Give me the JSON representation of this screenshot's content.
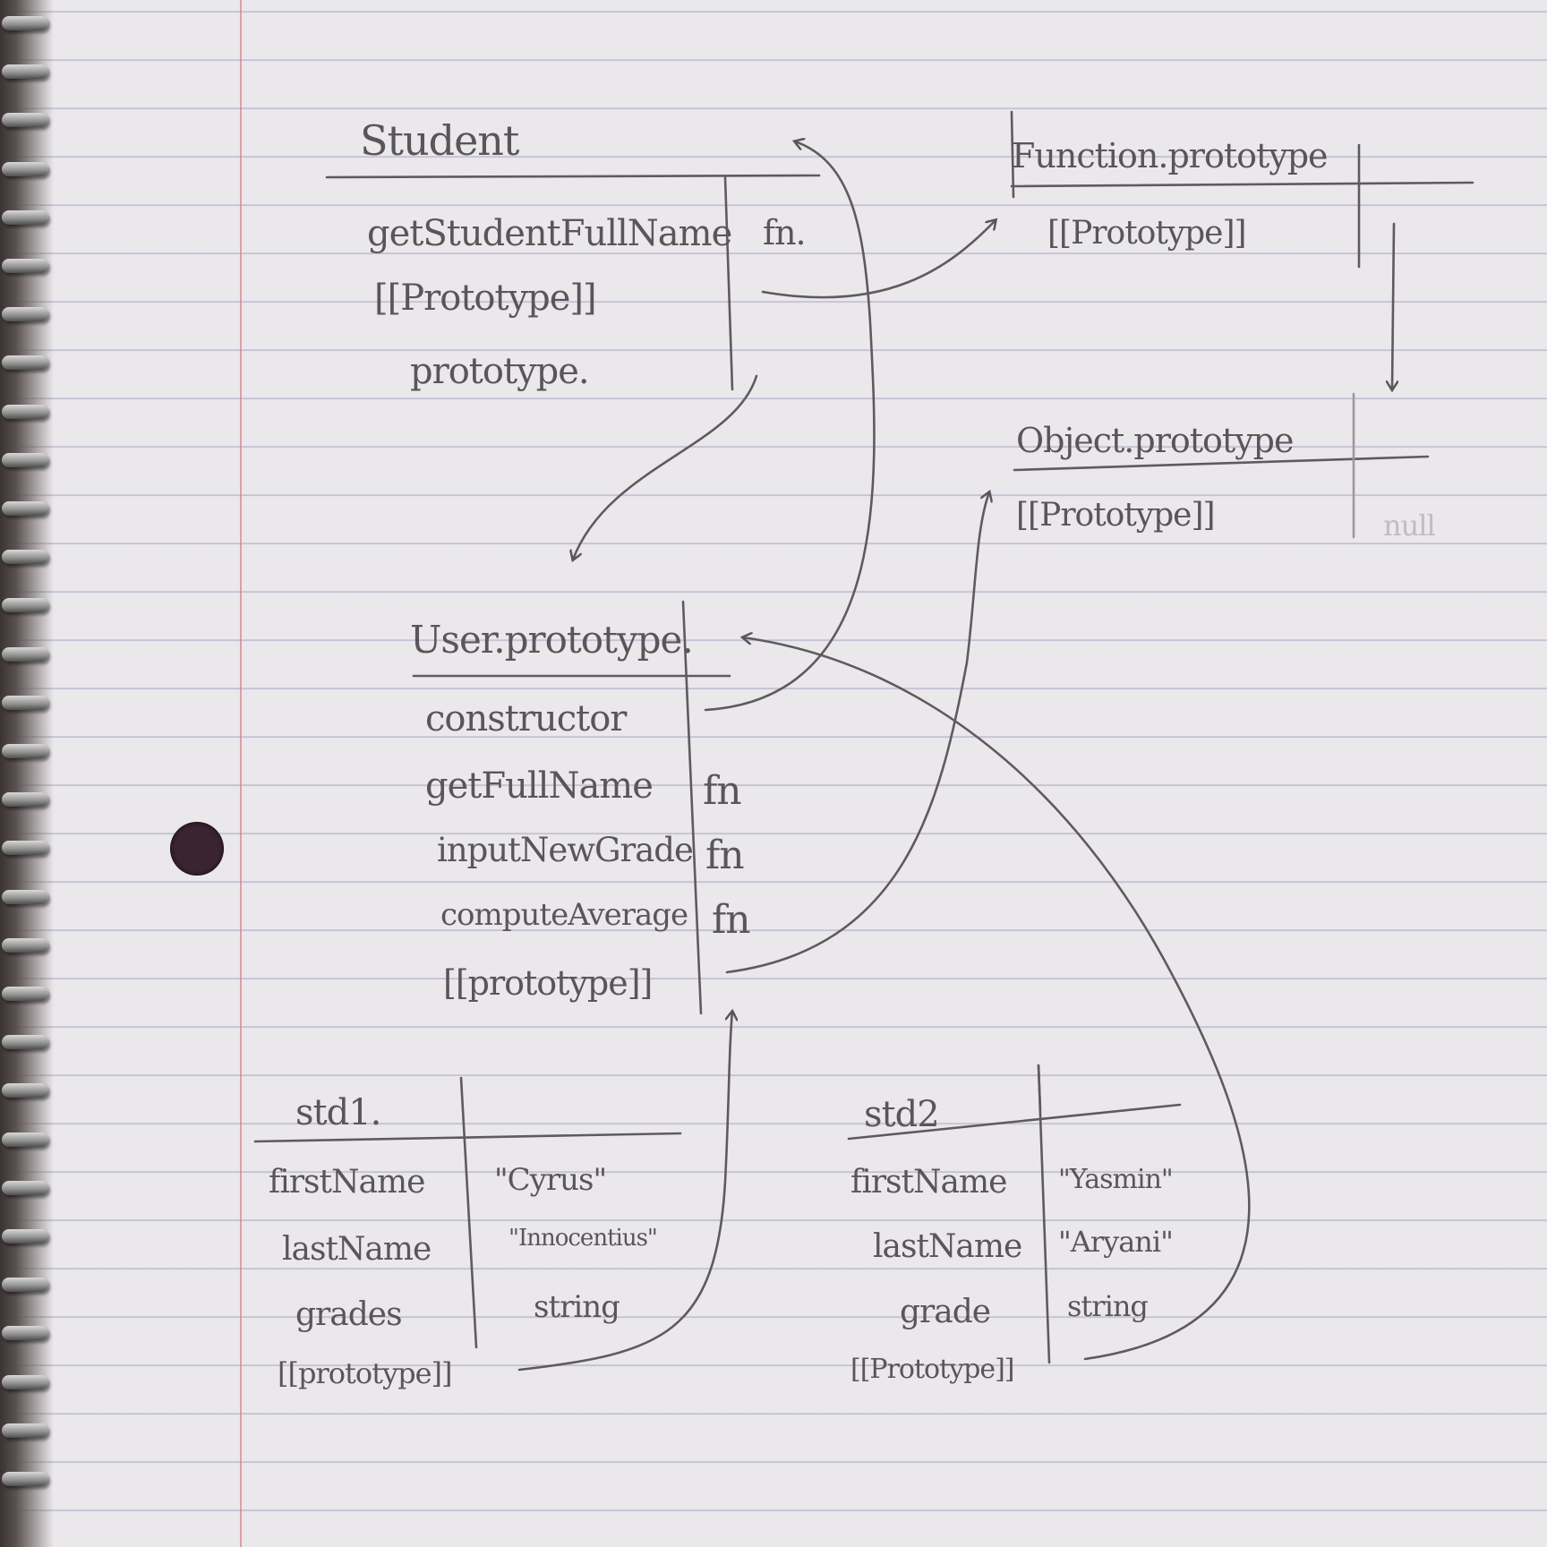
{
  "diagram": {
    "student": {
      "title": "Student",
      "rows": [
        "getStudentFullName",
        "[[Prototype]]",
        "prototype."
      ],
      "value": "fn."
    },
    "function_prototype": {
      "title": "Function.prototype",
      "rows": [
        "[[Prototype]]"
      ]
    },
    "object_prototype": {
      "title": "Object.prototype",
      "rows": [
        "[[Prototype]]"
      ],
      "value": "null"
    },
    "user_prototype": {
      "title": "User.prototype.",
      "rows": [
        "constructor",
        "getFullName",
        "inputNewGrade",
        "computeAverage",
        "[[prototype]]"
      ],
      "values": [
        "fn",
        "fn",
        "fn"
      ]
    },
    "std1": {
      "title": "std1.",
      "rows": [
        "firstName",
        "lastName",
        "grades",
        "[[prototype]]"
      ],
      "values": [
        "\"Cyrus\"",
        "\"Innocentius\"",
        "string"
      ]
    },
    "std2": {
      "title": "std2",
      "rows": [
        "firstName",
        "lastName",
        "grade",
        "[[Prototype]]"
      ],
      "values": [
        "\"Yasmin\"",
        "\"Aryani\"",
        "string"
      ]
    }
  }
}
